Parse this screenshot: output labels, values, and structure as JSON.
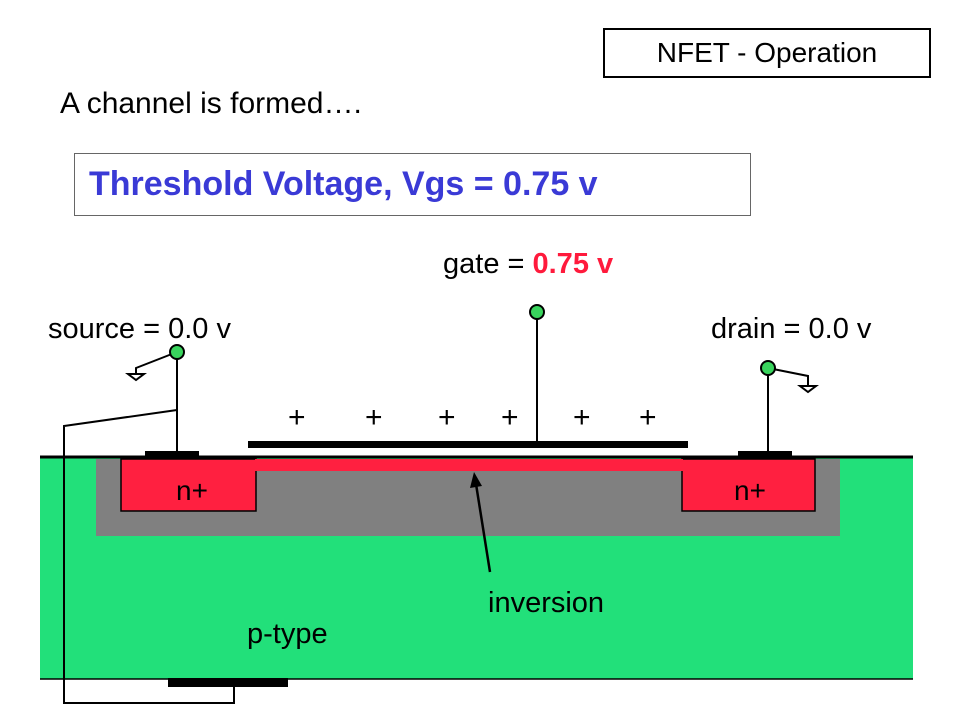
{
  "title": "NFET - Operation",
  "subtitle": "A channel is formed….",
  "threshold": "Threshold Voltage, Vgs = 0.75 v",
  "gate": {
    "prefix": "gate = ",
    "value": "0.75 v"
  },
  "source": "source = 0.0 v",
  "drain": "drain = 0.0 v",
  "gate_charges": [
    "+",
    "+",
    "+",
    "+",
    "+",
    "+"
  ],
  "left_region": "n+",
  "right_region": "n+",
  "inversion_label": "inversion",
  "substrate_label": "p-type",
  "colors": {
    "substrate": "#22e07a",
    "depletion": "#808080",
    "n_plus": "#ff2040",
    "inversion_layer": "#ff2040",
    "contact_dot": "#39d45d",
    "threshold_text": "#3a3ad6",
    "gate_value": "#ff1a3c"
  }
}
